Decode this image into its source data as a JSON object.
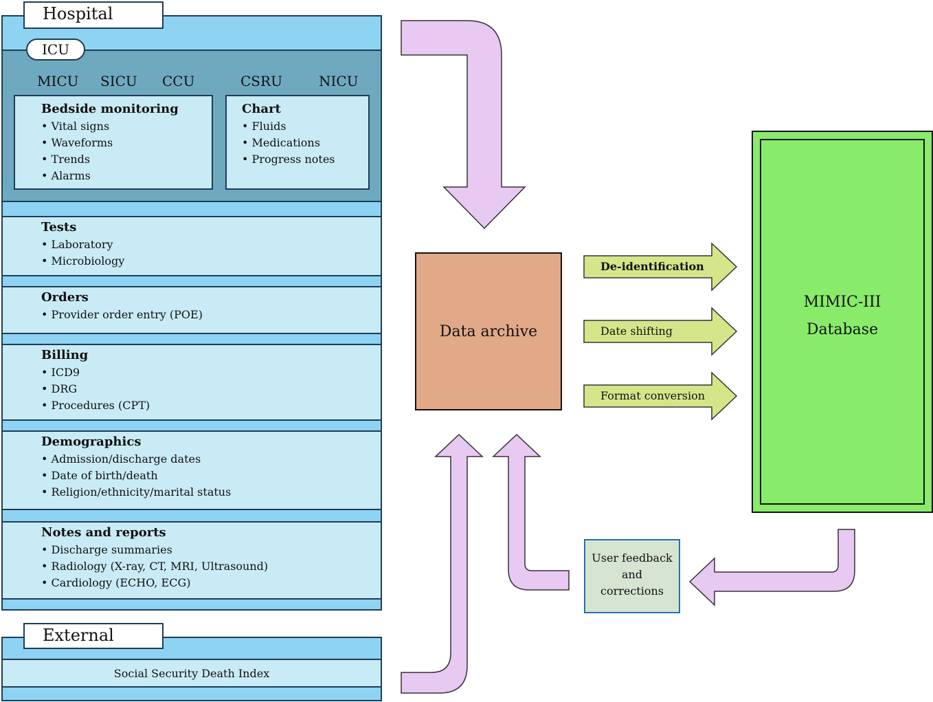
{
  "hospital": {
    "title": "Hospital",
    "icu": {
      "label": "ICU",
      "units": [
        "MICU",
        "SICU",
        "CCU",
        "CSRU",
        "NICU"
      ],
      "bedside": {
        "title": "Bedside monitoring",
        "items": [
          "Vital signs",
          "Waveforms",
          "Trends",
          "Alarms"
        ]
      },
      "chart": {
        "title": "Chart",
        "items": [
          "Fluids",
          "Medications",
          "Progress notes"
        ]
      }
    },
    "sections": [
      {
        "title": "Tests",
        "items": [
          "Laboratory",
          "Microbiology"
        ]
      },
      {
        "title": "Orders",
        "items": [
          "Provider order entry (POE)"
        ]
      },
      {
        "title": "Billing",
        "items": [
          "ICD9",
          "DRG",
          "Procedures (CPT)"
        ]
      },
      {
        "title": "Demographics",
        "items": [
          "Admission/discharge dates",
          "Date of birth/death",
          "Religion/ethnicity/marital status"
        ]
      },
      {
        "title": "Notes and reports",
        "items": [
          "Discharge summaries",
          "Radiology (X-ray, CT, MRI, Ultrasound)",
          "Cardiology (ECHO, ECG)"
        ]
      }
    ]
  },
  "external": {
    "title": "External",
    "source": "Social Security Death Index"
  },
  "archive": {
    "label": "Data archive"
  },
  "processing_steps": [
    "De-identification",
    "Date shifting",
    "Format conversion"
  ],
  "database": {
    "line1": "MIMIC-III",
    "line2": "Database"
  },
  "feedback": {
    "lines": [
      "User feedback",
      "and",
      "corrections"
    ]
  },
  "colors": {
    "hospital_blue": "#8fd3f3",
    "icu_blue": "#6fa9c0",
    "section_fill": "#c9ebf6",
    "archive_fill": "#e2a988",
    "database_green": "#88ec6a",
    "step_arrow": "#d5e68a",
    "flow_arrow": "#e8c9f2"
  }
}
